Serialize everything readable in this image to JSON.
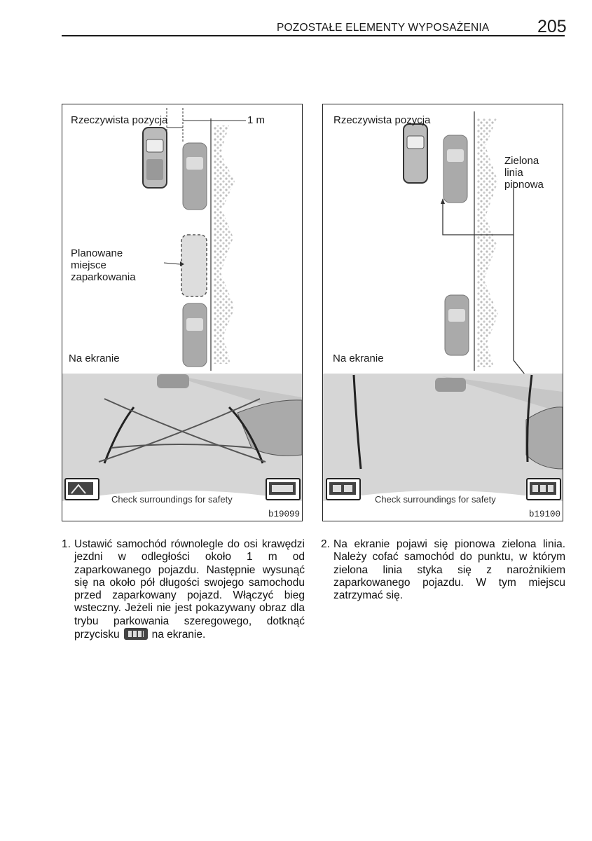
{
  "header": {
    "title": "POZOSTAŁE ELEMENTY WYPOSAŻENIA",
    "page_number": "205"
  },
  "figures": [
    {
      "labels": {
        "actual_position": "Rzeczywista pozycja",
        "distance": "1 m",
        "planned_spot": "Planowane miejsce zaparkowania",
        "on_screen": "Na ekranie"
      },
      "screen_warning": "Check surroundings for safety",
      "figure_code": "b19099",
      "left_button_icon": "parking-guide-icon",
      "right_button_icon": "parallel-parking-icon"
    },
    {
      "labels": {
        "actual_position": "Rzeczywista pozycja",
        "green_line": "Zielona linia pionowa",
        "on_screen": "Na ekranie"
      },
      "screen_warning": "Check surroundings for safety",
      "figure_code": "b19100",
      "left_button_icon": "parallel-guide-icon",
      "right_button_icon": "parking-spaces-icon"
    }
  ],
  "steps": [
    {
      "number": "1.",
      "text_before": "Ustawić samochód równolegle do osi krawędzi jezdni w odległości około 1 m od zaparkowanego pojazdu. Następnie wysunąć się na około pół długości swojego samochodu przed zaparkowany pojazd. Włączyć bieg wsteczny. Jeżeli nie jest pokazywany obraz dla trybu parkowania szeregowego, dotknąć przycisku",
      "text_after": "na ekranie.",
      "inline_icon": "parallel-parking-button-icon"
    },
    {
      "number": "2.",
      "text": "Na ekranie pojawi się pionowa zielona linia. Należy cofać samochód do punktu, w którym zielona linia styka się z narożnikiem zaparkowanego pojazdu. W tym miejscu zatrzymać się."
    }
  ]
}
